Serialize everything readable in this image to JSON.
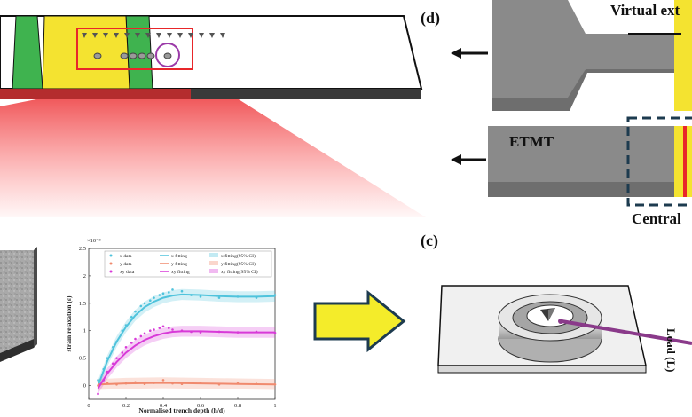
{
  "panels": {
    "d_label": "(d)",
    "c_label": "(c)"
  },
  "specimen": {
    "virtual_label": "Virtual ext",
    "etmt_label": "ETMT",
    "central_label": "Central"
  },
  "indentation": {
    "load_label": "Load (L)"
  },
  "colors": {
    "green_band": "#3fb34f",
    "yellow_band": "#f4e330",
    "red_band": "#e8262a",
    "specimen_grey": "#8a8a8a",
    "indenter_arrow": "#8a3a8a",
    "x_series": "#4fc3dc",
    "y_series": "#f08a6e",
    "xy_series": "#d83ad8"
  },
  "chart_data": {
    "type": "scatter",
    "xlabel": "Normalised trench depth (h/d)",
    "ylabel": "strain relaxation (ε)",
    "exponent": "×10⁻³",
    "xlim": [
      0,
      1
    ],
    "ylim": [
      -0.25,
      2.5
    ],
    "x_ticks": [
      "0",
      "0.2",
      "0.4",
      "0.6",
      "0.8",
      "1"
    ],
    "y_ticks": [
      "0",
      "0.5",
      "1",
      "1.5",
      "2",
      "2.5"
    ],
    "legend": {
      "col1": [
        "x data",
        "y data",
        "xy data"
      ],
      "col2": [
        "x fitting",
        "y fitting",
        "xy fitting"
      ],
      "col3": [
        "x fitting(95% CI)",
        "y fitting(95% CI)",
        "xy fitting(95% CI)"
      ]
    },
    "series": [
      {
        "name": "x data",
        "x": [
          0.05,
          0.08,
          0.1,
          0.13,
          0.15,
          0.18,
          0.2,
          0.23,
          0.25,
          0.28,
          0.3,
          0.33,
          0.35,
          0.38,
          0.4,
          0.43,
          0.45,
          0.5,
          0.55,
          0.6,
          0.7,
          0.8,
          0.9,
          1.0
        ],
        "y": [
          0.1,
          0.3,
          0.5,
          0.7,
          0.8,
          1.0,
          1.1,
          1.25,
          1.35,
          1.45,
          1.5,
          1.55,
          1.6,
          1.65,
          1.68,
          1.7,
          1.75,
          1.72,
          1.65,
          1.62,
          1.6,
          1.62,
          1.6,
          1.65
        ]
      },
      {
        "name": "y data",
        "x": [
          0.05,
          0.1,
          0.15,
          0.2,
          0.25,
          0.3,
          0.35,
          0.4,
          0.45,
          0.5,
          0.6,
          0.7,
          0.8,
          0.9,
          1.0
        ],
        "y": [
          0.0,
          0.05,
          0.02,
          0.04,
          0.06,
          0.03,
          0.05,
          0.1,
          0.04,
          0.03,
          0.05,
          0.02,
          0.04,
          0.03,
          0.02
        ]
      },
      {
        "name": "xy data",
        "x": [
          0.05,
          0.08,
          0.1,
          0.13,
          0.15,
          0.18,
          0.2,
          0.23,
          0.25,
          0.28,
          0.3,
          0.33,
          0.35,
          0.38,
          0.4,
          0.43,
          0.45,
          0.5,
          0.55,
          0.6,
          0.7,
          0.8,
          0.9,
          1.0
        ],
        "y": [
          -0.15,
          0.1,
          0.25,
          0.4,
          0.5,
          0.6,
          0.7,
          0.78,
          0.85,
          0.9,
          0.95,
          1.0,
          1.02,
          1.05,
          1.08,
          1.05,
          1.02,
          1.0,
          0.98,
          0.97,
          0.98,
          0.97,
          0.98,
          0.96
        ]
      },
      {
        "name": "x fitting",
        "x": [
          0.05,
          0.1,
          0.15,
          0.2,
          0.25,
          0.3,
          0.35,
          0.4,
          0.45,
          0.5,
          0.6,
          0.7,
          0.8,
          0.9,
          1.0
        ],
        "y": [
          0.0,
          0.45,
          0.8,
          1.07,
          1.28,
          1.43,
          1.53,
          1.6,
          1.64,
          1.66,
          1.65,
          1.63,
          1.62,
          1.62,
          1.63
        ]
      },
      {
        "name": "y fitting",
        "x": [
          0.05,
          0.2,
          0.4,
          0.6,
          0.8,
          1.0
        ],
        "y": [
          0.02,
          0.04,
          0.05,
          0.04,
          0.03,
          0.02
        ]
      },
      {
        "name": "xy fitting",
        "x": [
          0.05,
          0.1,
          0.15,
          0.2,
          0.25,
          0.3,
          0.35,
          0.4,
          0.45,
          0.5,
          0.6,
          0.7,
          0.8,
          0.9,
          1.0
        ],
        "y": [
          -0.05,
          0.22,
          0.43,
          0.6,
          0.73,
          0.83,
          0.9,
          0.95,
          0.98,
          0.99,
          0.99,
          0.98,
          0.97,
          0.97,
          0.97
        ]
      }
    ]
  }
}
